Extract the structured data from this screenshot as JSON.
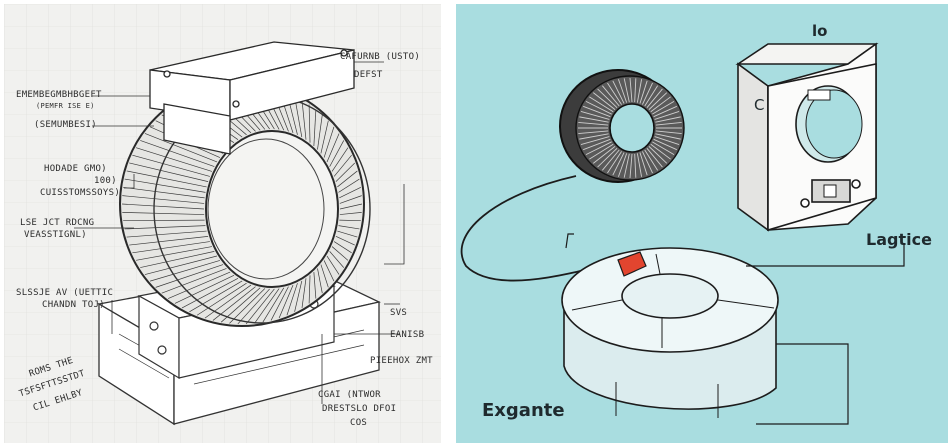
{
  "left_sketch": {
    "labels": {
      "top_right_1": "CAFURNB (USTO)",
      "top_right_2": "DEFST",
      "left_1": "EMEMBEGMBHBGEFT",
      "left_1_sub": "(PEMFR ISE E)",
      "left_2": "(SEMUMBESI)",
      "left_3": "HODADE GMO)",
      "left_3_b": "100)",
      "left_3_c": "CUISSTOMSSOYS)",
      "left_4": "LSE JCT RDCNG",
      "left_4_b": "VEASSTIGNL)",
      "left_5": "SLSSJE AV (UETTIC",
      "left_5_b": "CHANDN TOJ)",
      "right_1": "SVS",
      "right_2": "EANISB",
      "right_3": "PIEEHOX ZMT",
      "bottom_left_1": "ROMS THE",
      "bottom_left_2": "TSFSFTTSSTDT",
      "bottom_left_3": "CIL EHLBY",
      "bottom_mid_1": "CGAI (NTWOR",
      "bottom_mid_2": "DRESTSLO DFOI",
      "bottom_mid_3": "COS"
    }
  },
  "right_illustration": {
    "labels": {
      "lattice": "Lagtice",
      "exgante": "Exgante",
      "device_mark": "lo",
      "device_letter": "C"
    }
  },
  "colors": {
    "left_bg": "#f1f1ef",
    "right_bg": "#a9dde0",
    "ink": "#222222",
    "accent_red": "#e2452f"
  }
}
